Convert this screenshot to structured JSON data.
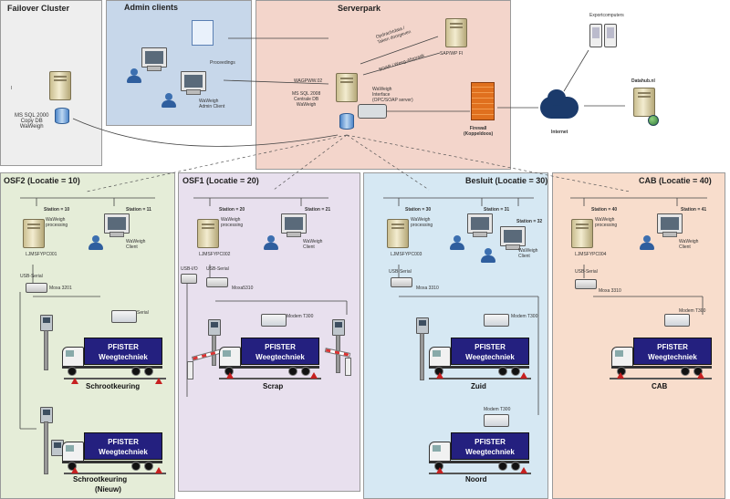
{
  "zones": {
    "failover": {
      "title": "Failover Cluster",
      "db_label": "MS SQL 2000\nCopy DB\nWaWeigh",
      "server_label": "I",
      "bg": "#eeeeee"
    },
    "admin": {
      "title": "Admin clients",
      "docs_label": "Proceedings",
      "client_label": "WaWeigh\nAdmin Client",
      "bg": "#c7d7ea"
    },
    "serverpark": {
      "title": "Serverpark",
      "server_name": "WAGPWW.02",
      "server_label": "MS SQL 2008\nCentrale DB\nWaWeigh",
      "router_label": "WaWeigh\nInterface\n(OPC/SOAP server)",
      "firewall_label": "Firewall\n(Koppeldoos)",
      "sap_label": "SAP/WP FI",
      "link_top": "Opdrachtdata /\nTaken doorgeven",
      "link_bottom": "SOAP / Weeg-Afspraak",
      "bg": "#f3d5cb"
    },
    "internet": {
      "label": "Internet",
      "ext_label": "Exportcomputers",
      "datahub_label": "Datahub.nl"
    },
    "osf2": {
      "title": "OSF2 (Locatie = 10)",
      "station_a": "Station = 10",
      "station_b": "Station = 11",
      "server_label": "WaWeigh\nprocessing",
      "server_name": "LJMSFYPC001",
      "client_label": "WaWeigh\nClient",
      "usb": "USB-Serial",
      "moxa": "Moxa 3201",
      "serial": "Serial",
      "truck_line1": "PFISTER",
      "truck_line2": "Weegtechniek",
      "caption1": "Schrootkeuring",
      "caption2": "Schrootkeuring",
      "caption2b": "(Nieuw)",
      "bg": "#e5edd8"
    },
    "osf1": {
      "title": "OSF1 (Locatie = 20)",
      "station_a": "Station = 20",
      "station_b": "Station = 21",
      "server_label": "WaWeigh\nprocessing",
      "server_name": "LJMSFYPC002",
      "client_label": "WaWeigh\nClient",
      "usb_a": "USB-I/O",
      "usb_b": "USB-Serial",
      "moxa": "Moxa5310",
      "modem": "Modem T300",
      "truck_line1": "PFISTER",
      "truck_line2": "Weegtechniek",
      "caption": "Scrap",
      "bg": "#e8e0ee"
    },
    "besluit": {
      "title": "Besluit (Locatie = 30)",
      "station_a": "Station = 30",
      "station_b": "Station = 31",
      "station_c": "Station = 32",
      "server_label": "WaWeigh\nprocessing",
      "server_name": "LJMSFYPC003",
      "client_label": "WaWeigh\nClient",
      "usb": "USB-Serial",
      "moxa": "Moxa 3310",
      "modem_a": "Modem T300",
      "modem_b": "Modem T300",
      "truck_line1": "PFISTER",
      "truck_line2": "Weegtechniek",
      "caption1": "Zuid",
      "caption2": "Noord",
      "bg": "#d6e8f3"
    },
    "cab": {
      "title": "CAB (Locatie = 40)",
      "station_a": "Station = 40",
      "station_b": "Station = 41",
      "server_label": "WaWeigh\nprocessing",
      "server_name": "LJMSFYPC004",
      "client_label": "WaWeigh\nClient",
      "usb": "USB-Serial",
      "moxa": "Moxa 3310",
      "modem": "Modem T300",
      "truck_line1": "PFISTER",
      "truck_line2": "Weegtechniek",
      "caption": "CAB",
      "bg": "#f8ddcc"
    }
  }
}
